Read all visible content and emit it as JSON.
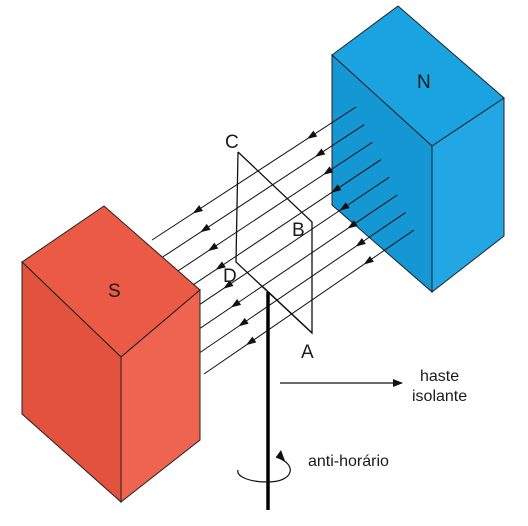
{
  "magnets": {
    "north": {
      "label": "N",
      "color": "#1aa3e0"
    },
    "south": {
      "label": "S",
      "color": "#ea5a44"
    }
  },
  "loop_corners": {
    "a": "A",
    "b": "B",
    "c": "C",
    "d": "D"
  },
  "annotations": {
    "rod_line1": "haste",
    "rod_line2": "isolante",
    "rotation": "anti-horário"
  },
  "field_line_count": 8
}
